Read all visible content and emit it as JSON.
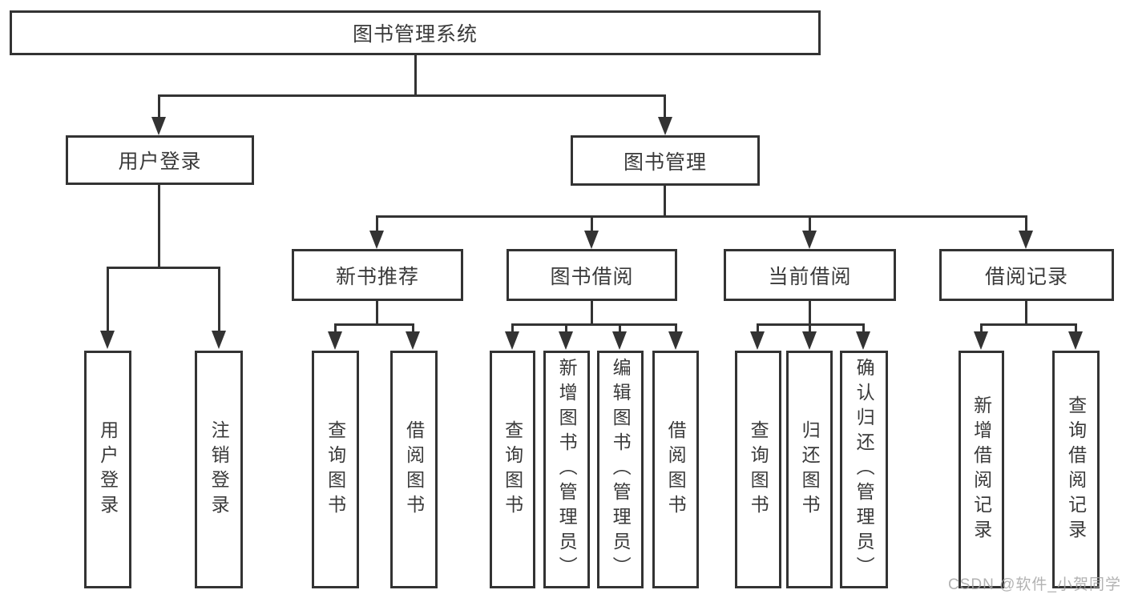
{
  "nodes": {
    "root": {
      "label": "图书管理系统"
    },
    "userLogin": {
      "label": "用户登录"
    },
    "bookMgmt": {
      "label": "图书管理"
    },
    "newBook": {
      "label": "新书推荐"
    },
    "bookBorrow": {
      "label": "图书借阅"
    },
    "currentBorrow": {
      "label": "当前借阅"
    },
    "borrowRecord": {
      "label": "借阅记录"
    },
    "leafUserLogin": {
      "label": "用户登录"
    },
    "leafLogout": {
      "label": "注销登录"
    },
    "nbQuery": {
      "label": "查询图书"
    },
    "nbBorrow": {
      "label": "借阅图书"
    },
    "bbQuery": {
      "label": "查询图书"
    },
    "bbAdd": {
      "label": "新增图书（管理员）"
    },
    "bbEdit": {
      "label": "编辑图书（管理员）"
    },
    "bbBorrow": {
      "label": "借阅图书"
    },
    "cbQuery": {
      "label": "查询图书"
    },
    "cbReturn": {
      "label": "归还图书"
    },
    "cbConfirm": {
      "label": "确认归还（管理员）"
    },
    "brAdd": {
      "label": "新增借阅记录"
    },
    "brQuery": {
      "label": "查询借阅记录"
    }
  },
  "watermark": {
    "text": "CSDN @软件_小贺同学"
  },
  "colors": {
    "line": "#333333",
    "text": "#3a3a3a",
    "background": "#ffffff",
    "watermark": "#a5a5a5"
  }
}
